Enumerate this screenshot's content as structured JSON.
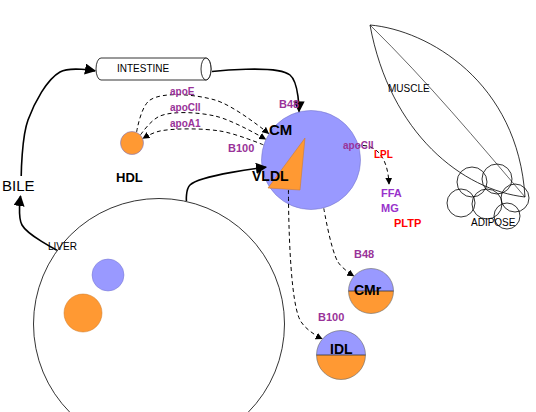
{
  "diagram": {
    "nodes": [
      {
        "text": [
          "INTESTINE"
        ]
      },
      {
        "text": [
          "MUSCLE"
        ]
      },
      {
        "text": [
          "B48",
          "CM"
        ]
      },
      {
        "text": [
          "B100",
          "VLDL"
        ]
      },
      {
        "text": [
          "HDL"
        ]
      },
      {
        "text": [
          "BILE"
        ]
      },
      {
        "text": [
          "ADIPOSE"
        ]
      },
      {
        "text": [
          "B48",
          "CMr"
        ]
      },
      {
        "text": [
          "LIVER"
        ]
      },
      {
        "text": [
          "B100",
          "IDL"
        ]
      }
    ],
    "edges": [
      {
        "from": 8,
        "to": 5,
        "arrow": "to"
      },
      {
        "from": 5,
        "to": 0,
        "arrow": "to"
      },
      {
        "from": 0,
        "to": 2,
        "arrow": "to"
      },
      {
        "from": 8,
        "to": 3,
        "arrow": "to"
      },
      {
        "from": 4,
        "to": 2,
        "label": "apoE",
        "arrow": "to"
      },
      {
        "from": 4,
        "to": 2,
        "label": "apoCII",
        "arrow": "to"
      },
      {
        "from": 2,
        "to": 4,
        "label": "apoA1",
        "arrow": "to"
      },
      {
        "from": 2,
        "to": 7,
        "arrow": "to"
      },
      {
        "from": 3,
        "to": 9,
        "arrow": "to"
      }
    ],
    "labels": [
      "apoCII",
      "LPL",
      "FFA",
      "MG",
      "PLTP"
    ]
  }
}
